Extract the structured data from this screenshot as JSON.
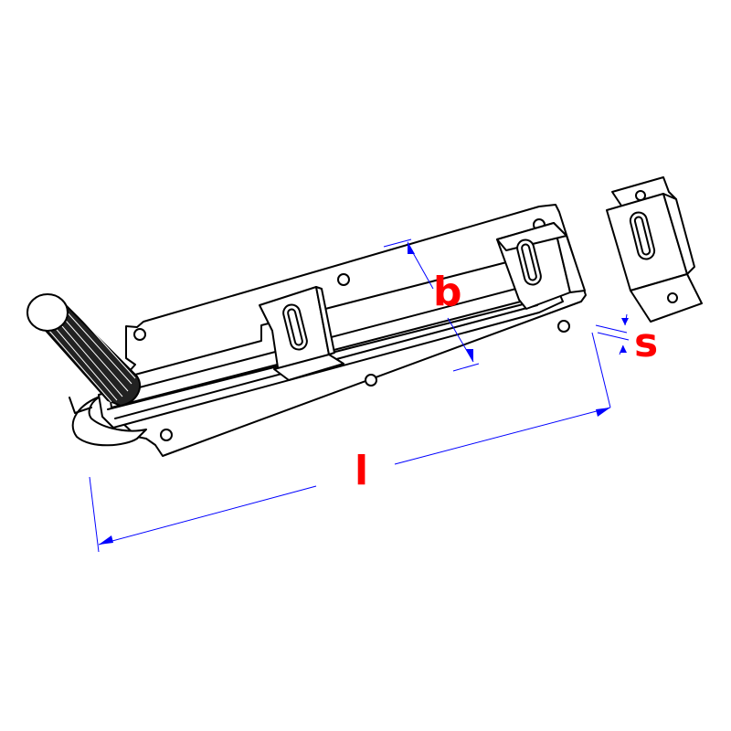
{
  "labels": {
    "length": "l",
    "width": "b",
    "thickness": "s"
  },
  "colors": {
    "outline": "#000000",
    "dimension_line": "#0000ff",
    "label": "#ff0000",
    "background": "#ffffff"
  }
}
